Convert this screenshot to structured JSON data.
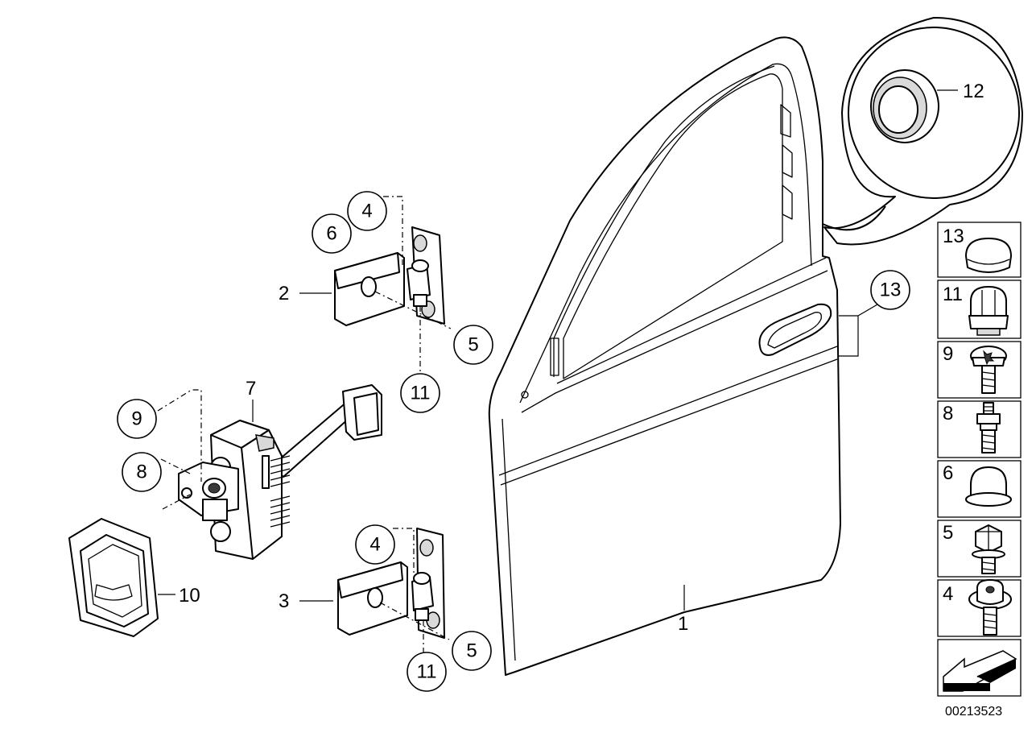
{
  "diagram_number": "00213523",
  "callouts": {
    "door_shell": "1",
    "upper_hinge": "2",
    "lower_hinge": "3",
    "upper_hinge_screw_4": "4",
    "upper_hinge_screw_6": "6",
    "upper_hinge_bolt_5": "5",
    "upper_hinge_nut_11": "11",
    "lower_hinge_screw_4": "4",
    "lower_hinge_bolt_5": "5",
    "lower_hinge_nut_11": "11",
    "door_check": "7",
    "door_check_screw_9": "9",
    "door_check_screw_8": "8",
    "door_check_seal": "10",
    "inset_plug": "12",
    "door_plug_13": "13"
  },
  "parts_legend": [
    {
      "label": "13",
      "icon": "plug-icon"
    },
    {
      "label": "11",
      "icon": "cap-nut-icon"
    },
    {
      "label": "9",
      "icon": "torx-screw-icon"
    },
    {
      "label": "8",
      "icon": "stud-bolt-icon"
    },
    {
      "label": "6",
      "icon": "cap-icon"
    },
    {
      "label": "5",
      "icon": "hex-bolt-icon"
    },
    {
      "label": "4",
      "icon": "collar-screw-icon"
    }
  ],
  "nav_icon": "arrow-back-icon"
}
